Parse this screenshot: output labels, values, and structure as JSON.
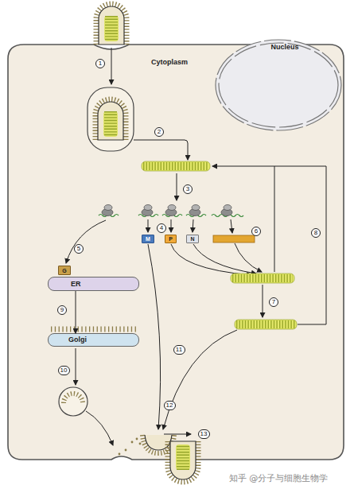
{
  "diagram": {
    "nodes": [
      {
        "text": [
          "Cytoplasm"
        ]
      },
      {
        "text": [
          "Nucleus"
        ],
        "in": 0
      },
      {
        "text": [
          "M"
        ],
        "in": 0
      },
      {
        "text": [
          "P"
        ],
        "in": 0
      },
      {
        "text": [
          "N"
        ],
        "in": 0
      },
      {
        "text": [
          "G"
        ],
        "in": 0
      },
      {
        "text": [
          "ER"
        ],
        "in": 0
      },
      {
        "text": [
          "Golgi"
        ],
        "in": 0
      }
    ],
    "edges": [
      {
        "from": 6,
        "to": 7,
        "arrow": "to"
      }
    ],
    "labels": [
      "1",
      "2",
      "3",
      "4",
      "5",
      "6",
      "7",
      "8",
      "9",
      "10",
      "11",
      "12",
      "13",
      "知乎 @分子与细胞生物学"
    ]
  }
}
